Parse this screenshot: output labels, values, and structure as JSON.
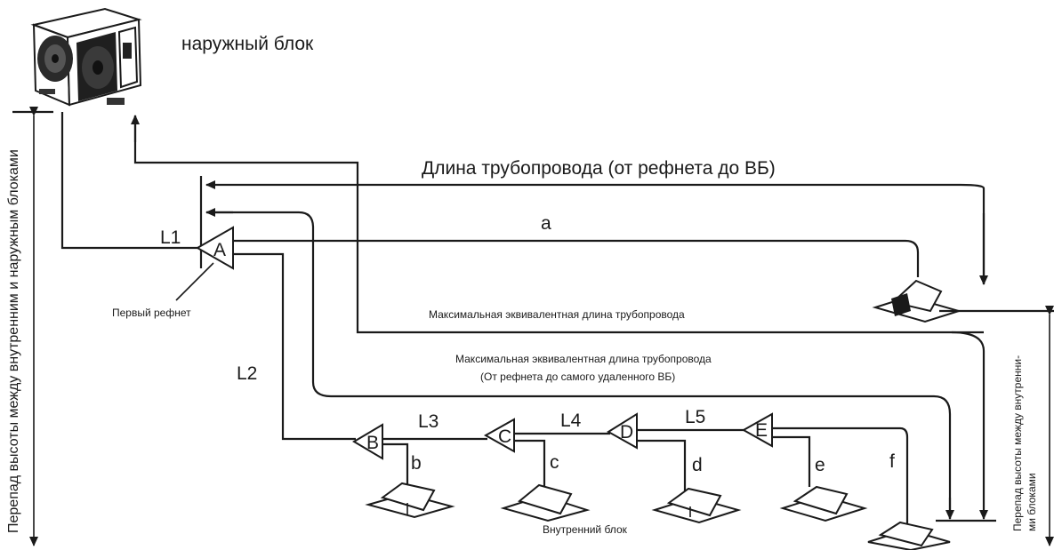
{
  "labels": {
    "outdoor_unit": "наружный блок",
    "pipe_length_refnet_to_iu": "Длина трубопровода (от рефнета до ВБ)",
    "max_equiv_length": "Максимальная эквивалентная длина трубопровода",
    "max_equiv_length_refnet_1": "Максимальная эквивалентная длина трубопровода",
    "max_equiv_length_refnet_2": "(От рефнета до самого удаленного ВБ)",
    "first_refnet": "Первый рефнет",
    "indoor_unit": "Внутренний блок",
    "height_diff_iu_ou": "Перепад высоты между внутренним и наружным блоками",
    "height_diff_iu_iu_1": "Перепад высоты между внутренни-",
    "height_diff_iu_iu_2": "ми блоками"
  },
  "pipe_segments": [
    "L1",
    "L2",
    "L3",
    "L4",
    "L5"
  ],
  "refnets": [
    "A",
    "B",
    "C",
    "D",
    "E"
  ],
  "branches": [
    "a",
    "b",
    "c",
    "d",
    "e",
    "f"
  ]
}
